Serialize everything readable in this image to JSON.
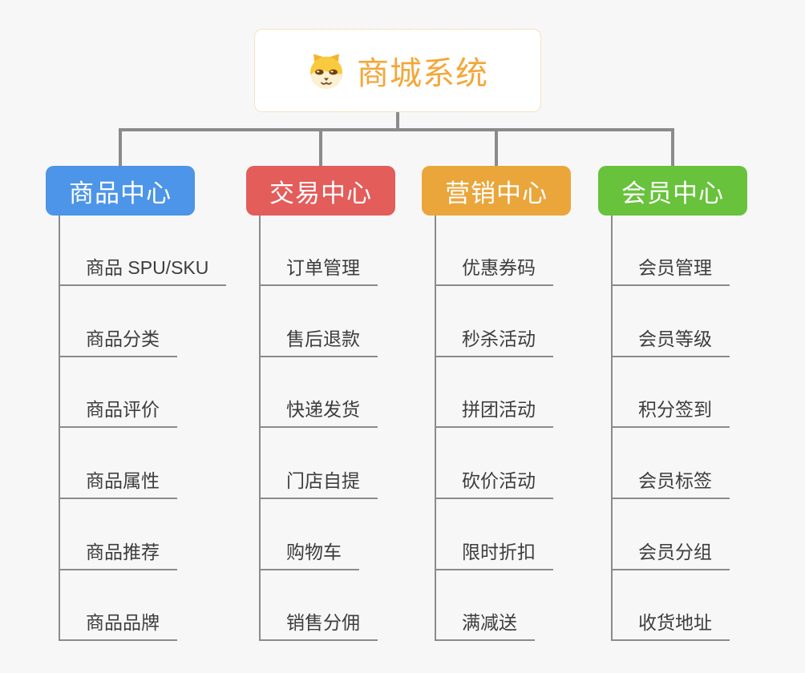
{
  "canvas": {
    "background_color": "#f7f7f7",
    "connector_color": "#8b8b8b"
  },
  "root": {
    "label": "商城系统",
    "icon": "dog-face-icon",
    "text_color": "#f3a73a",
    "border_color": "#f2c280"
  },
  "branches": [
    {
      "label": "商品中心",
      "color": "#4c95e8",
      "children": [
        "商品 SPU/SKU",
        "商品分类",
        "商品评价",
        "商品属性",
        "商品推荐",
        "商品品牌"
      ]
    },
    {
      "label": "交易中心",
      "color": "#e35d5b",
      "children": [
        "订单管理",
        "售后退款",
        "快递发货",
        "门店自提",
        "购物车",
        "销售分佣"
      ]
    },
    {
      "label": "营销中心",
      "color": "#eaa63b",
      "children": [
        "优惠券码",
        "秒杀活动",
        "拼团活动",
        "砍价活动",
        "限时折扣",
        "满减送"
      ]
    },
    {
      "label": "会员中心",
      "color": "#68c23c",
      "children": [
        "会员管理",
        "会员等级",
        "积分签到",
        "会员标签",
        "会员分组",
        "收货地址"
      ]
    }
  ]
}
